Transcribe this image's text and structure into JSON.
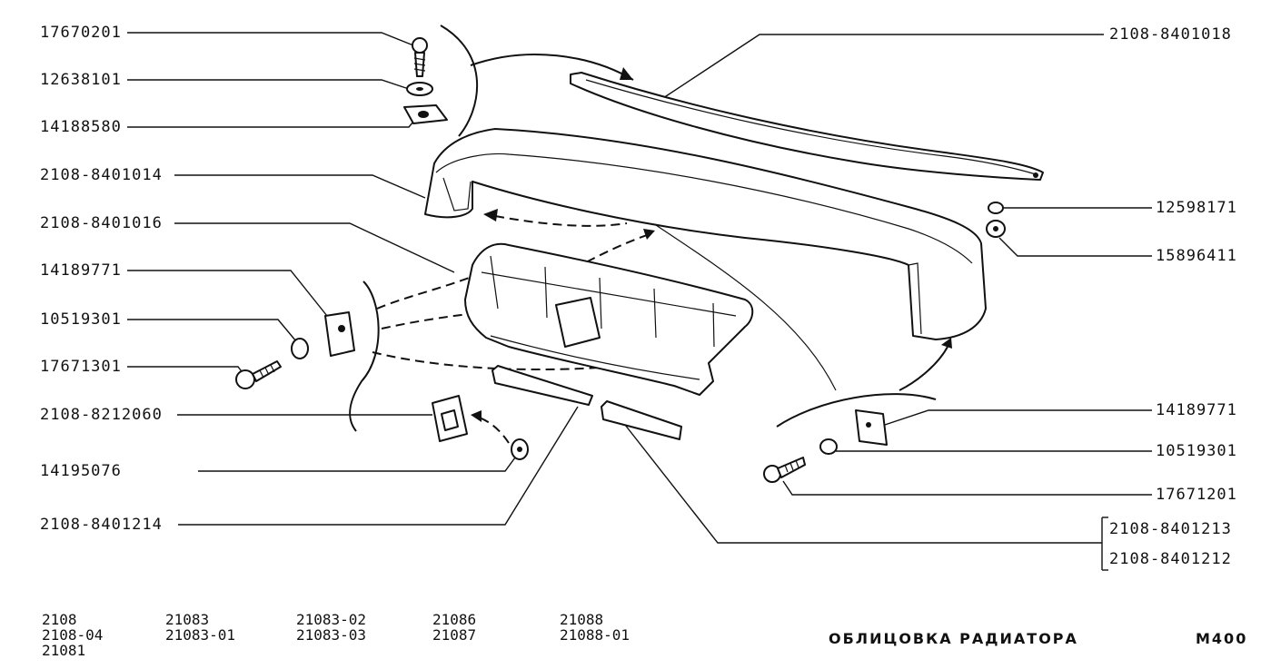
{
  "labels_left": [
    {
      "id": "l1",
      "text": "17670201"
    },
    {
      "id": "l2",
      "text": "12638101"
    },
    {
      "id": "l3",
      "text": "14188580"
    },
    {
      "id": "l4",
      "text": "2108-8401014"
    },
    {
      "id": "l5",
      "text": "2108-8401016"
    },
    {
      "id": "l6",
      "text": "14189771"
    },
    {
      "id": "l7",
      "text": "10519301"
    },
    {
      "id": "l8",
      "text": "17671301"
    },
    {
      "id": "l9",
      "text": "2108-8212060"
    },
    {
      "id": "l10",
      "text": "14195076"
    },
    {
      "id": "l11",
      "text": "2108-8401214"
    }
  ],
  "labels_right": [
    {
      "id": "r1",
      "text": "2108-8401018"
    },
    {
      "id": "r2",
      "text": "12598171"
    },
    {
      "id": "r3",
      "text": "15896411"
    },
    {
      "id": "r4",
      "text": "14189771"
    },
    {
      "id": "r5",
      "text": "10519301"
    },
    {
      "id": "r6",
      "text": "17671201"
    },
    {
      "id": "r7",
      "text": "2108-8401213"
    },
    {
      "id": "r8",
      "text": "2108-8401212"
    }
  ],
  "footer": {
    "models": [
      {
        "id": "m1",
        "text": "2108\n2108-04\n21081"
      },
      {
        "id": "m2",
        "text": "21083\n21083-01"
      },
      {
        "id": "m3",
        "text": "21083-02\n21083-03"
      },
      {
        "id": "m4",
        "text": "21086\n21087"
      },
      {
        "id": "m5",
        "text": "21088\n21088-01"
      }
    ],
    "title": "ОБЛИЦОВКА РАДИАТОРА",
    "page_code": "M400"
  }
}
